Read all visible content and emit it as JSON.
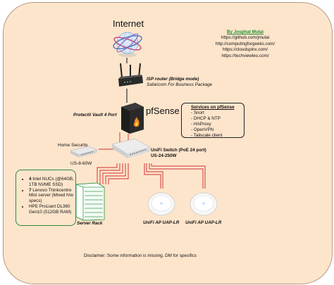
{
  "nodes": {
    "internet": {
      "label": "Internet"
    },
    "isp_router": {
      "title": "ISP router (Bridge mode)",
      "subtitle": "Safaricom For Business Package"
    },
    "firewall": {
      "host_label": "Protectli Vault 4 Port",
      "name": "pfSense"
    },
    "home_security": {
      "label": "Home Security",
      "model": "US-8-60W"
    },
    "switch": {
      "title": "UniFi Switch (PoE 24 port)",
      "model": "US-24-250W"
    },
    "server_rack": {
      "label": "Server Rack"
    },
    "ap_1": {
      "label": "UniFi AP UAP-LR"
    },
    "ap_2": {
      "label": "UniFi AP UAP-LR"
    }
  },
  "credits": {
    "author": "By Josphat Mutai",
    "links": [
      "https://github.com/jmutai",
      "http://computingforgeeks.com/",
      "https://cloudspinx.com/",
      "https://techviewleo.com/"
    ]
  },
  "services": {
    "title": "Services on pfSense",
    "items": [
      "- Snort",
      "- DHCP & NTP",
      "- HAProxy",
      "- OpenVPN",
      "- Tailscale client"
    ]
  },
  "servers": [
    {
      "count": "4",
      "text": " Intel NUCs (@64GB, 1TB NVME SSD)"
    },
    {
      "count": "7",
      "text": " Lenovo Thinkcentre Mini server (Mixed h/w specs)"
    },
    {
      "count": "",
      "text": "HPE ProLiant DL360 Gen10 (512GB RAM)"
    }
  ],
  "disclaimer": "Disclaimer: Some information is missing, DM for specifics",
  "colors": {
    "background": "#fde5cc",
    "uplink": "#333333",
    "lan_cable": "#d9534f",
    "author_text": "#1f8b2e",
    "server_box_border": "#2e8b3a"
  }
}
